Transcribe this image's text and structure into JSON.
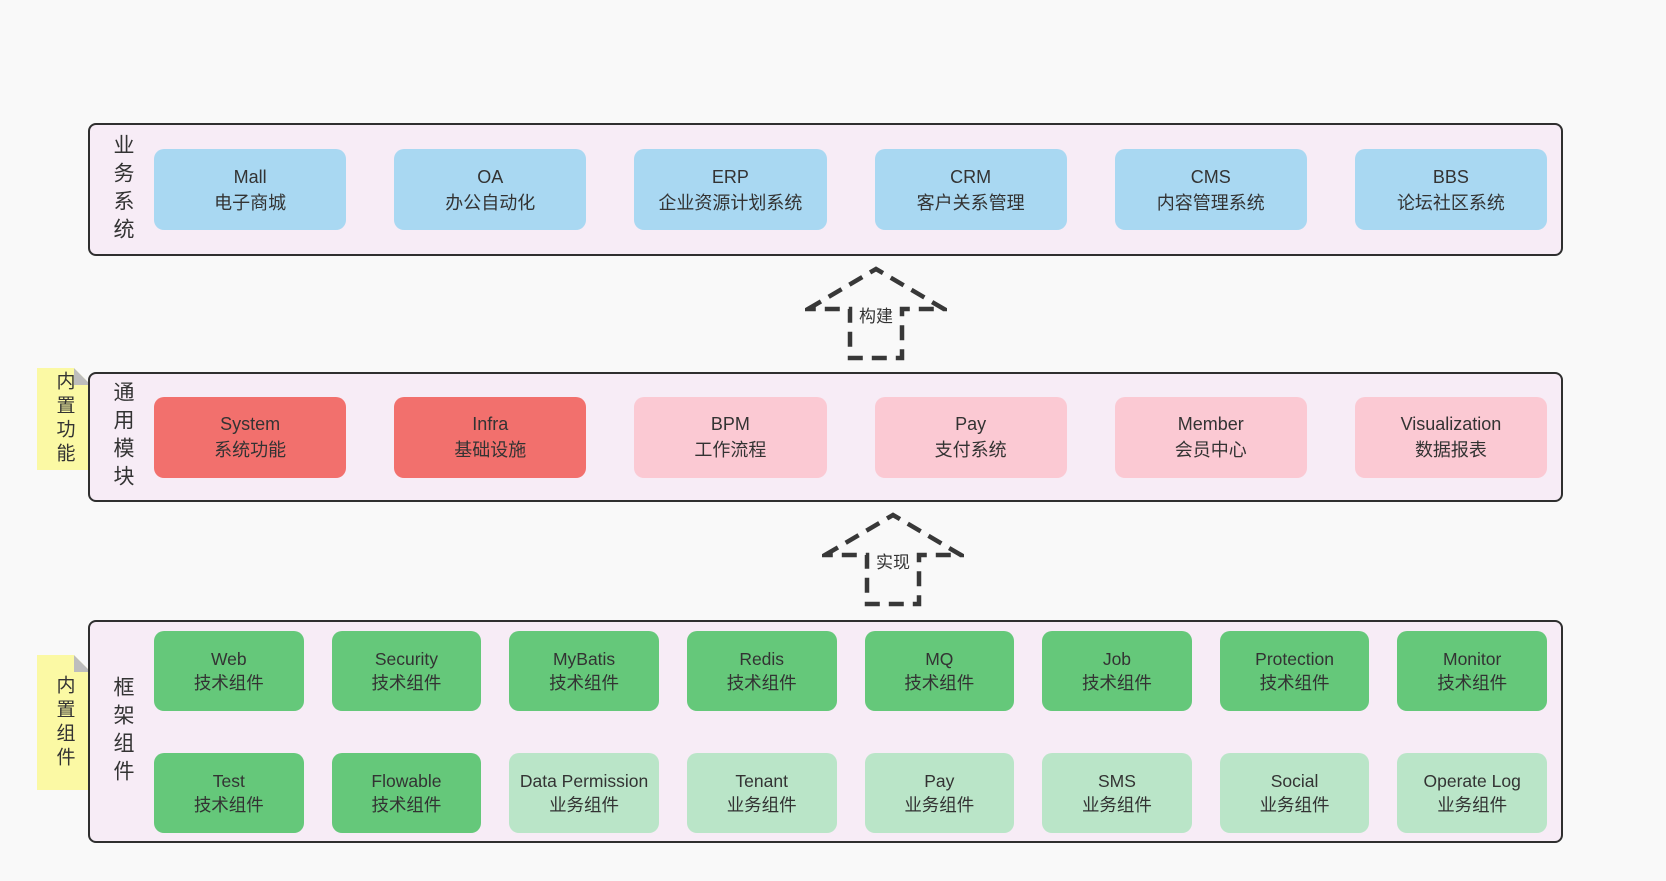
{
  "colors": {
    "page_bg": "#f9f9f9",
    "panel_bg": "#f7ecf6",
    "panel_border": "#2f2f2f",
    "blue": "#a9d8f2",
    "red": "#f2706d",
    "pink": "#fbc9d3",
    "green": "#65c87a",
    "light_green": "#bae5c8",
    "note_yellow": "#fbf9a4",
    "note_fold": "#bdbdbd",
    "text": "#333333"
  },
  "panels": {
    "business": {
      "label": "业务系统",
      "items": [
        {
          "title": "Mall",
          "subtitle": "电子商城"
        },
        {
          "title": "OA",
          "subtitle": "办公自动化"
        },
        {
          "title": "ERP",
          "subtitle": "企业资源计划系统"
        },
        {
          "title": "CRM",
          "subtitle": "客户关系管理"
        },
        {
          "title": "CMS",
          "subtitle": "内容管理系统"
        },
        {
          "title": "BBS",
          "subtitle": "论坛社区系统"
        }
      ]
    },
    "modules": {
      "label": "通用模块",
      "note": "内置功能",
      "items": [
        {
          "title": "System",
          "subtitle": "系统功能"
        },
        {
          "title": "Infra",
          "subtitle": "基础设施"
        },
        {
          "title": "BPM",
          "subtitle": "工作流程"
        },
        {
          "title": "Pay",
          "subtitle": "支付系统"
        },
        {
          "title": "Member",
          "subtitle": "会员中心"
        },
        {
          "title": "Visualization",
          "subtitle": "数据报表"
        }
      ]
    },
    "framework": {
      "label": "框架组件",
      "note": "内置组件",
      "row1": [
        {
          "title": "Web",
          "subtitle": "技术组件"
        },
        {
          "title": "Security",
          "subtitle": "技术组件"
        },
        {
          "title": "MyBatis",
          "subtitle": "技术组件"
        },
        {
          "title": "Redis",
          "subtitle": "技术组件"
        },
        {
          "title": "MQ",
          "subtitle": "技术组件"
        },
        {
          "title": "Job",
          "subtitle": "技术组件"
        },
        {
          "title": "Protection",
          "subtitle": "技术组件"
        },
        {
          "title": "Monitor",
          "subtitle": "技术组件"
        }
      ],
      "row2": [
        {
          "title": "Test",
          "subtitle": "技术组件"
        },
        {
          "title": "Flowable",
          "subtitle": "技术组件"
        },
        {
          "title": "Data Permission",
          "subtitle": "业务组件"
        },
        {
          "title": "Tenant",
          "subtitle": "业务组件"
        },
        {
          "title": "Pay",
          "subtitle": "业务组件"
        },
        {
          "title": "SMS",
          "subtitle": "业务组件"
        },
        {
          "title": "Social",
          "subtitle": "业务组件"
        },
        {
          "title": "Operate Log",
          "subtitle": "业务组件"
        }
      ]
    }
  },
  "arrows": {
    "build": {
      "label": "构建"
    },
    "implement": {
      "label": "实现"
    }
  }
}
